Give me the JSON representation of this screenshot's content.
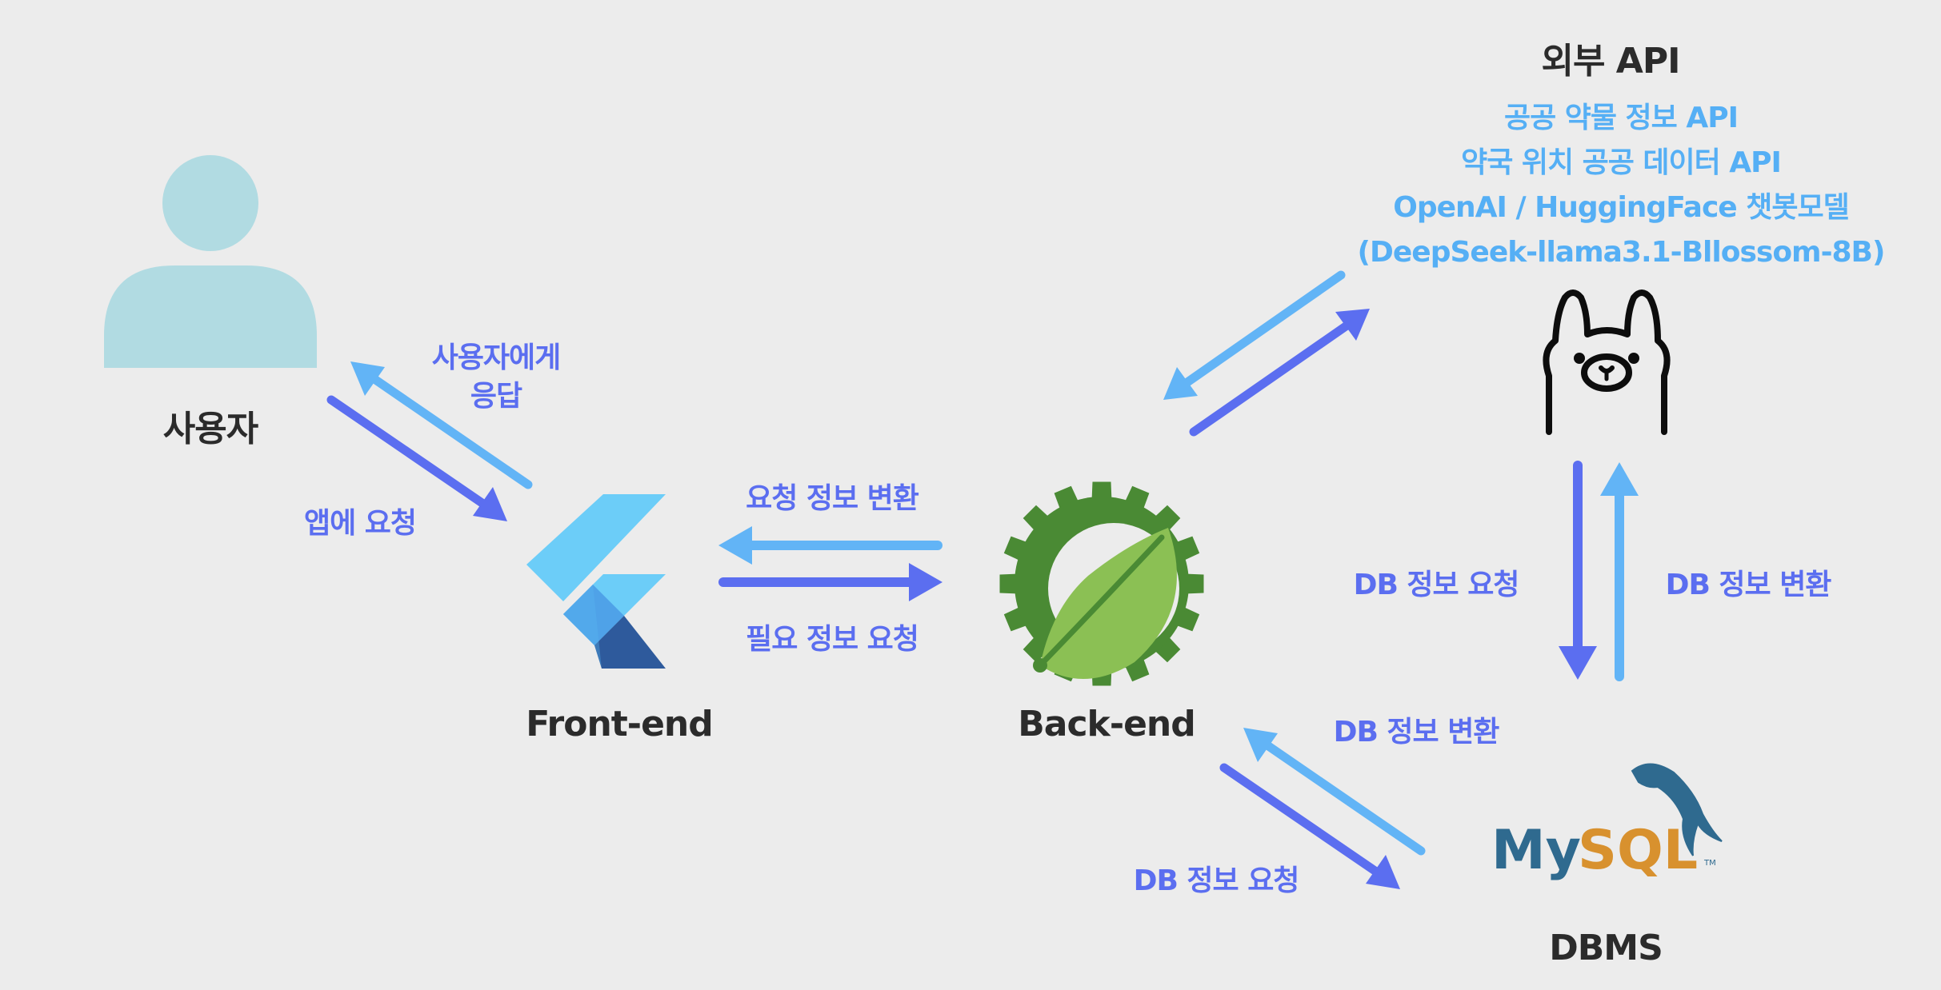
{
  "colors": {
    "background": "#ececec",
    "request_arrow": "#5b6ef0",
    "response_arrow": "#62b4f6",
    "node_label": "#2b2b2b",
    "api_text": "#55aff5",
    "user_icon": "#b1dbe2"
  },
  "nodes": {
    "user": {
      "label": "사용자",
      "icon": "user-silhouette-icon"
    },
    "frontend": {
      "label": "Front-end",
      "icon": "flutter-logo-icon"
    },
    "backend": {
      "label": "Back-end",
      "icon": "spring-logo-icon"
    },
    "external_api": {
      "title": "외부 API",
      "icon": "ollama-llama-icon",
      "items": [
        "공공 약물 정보 API",
        "약국 위치 공공 데이터 API",
        "OpenAI / HuggingFace 챗봇모델",
        "(DeepSeek-llama3.1-Bllossom-8B)"
      ]
    },
    "dbms": {
      "label": "DBMS",
      "icon": "mysql-logo-icon",
      "logo_text": "MySQL"
    }
  },
  "arrows": {
    "user_to_front": "앱에 요청",
    "front_to_user_line1": "사용자에게",
    "front_to_user_line2": "응답",
    "back_to_front": "요청 정보 변환",
    "front_to_back": "필요 정보 요청",
    "api_db_request": "DB 정보 요청",
    "api_db_convert": "DB 정보 변환",
    "db_to_back": "DB 정보 변환",
    "back_to_db": "DB 정보 요청"
  }
}
